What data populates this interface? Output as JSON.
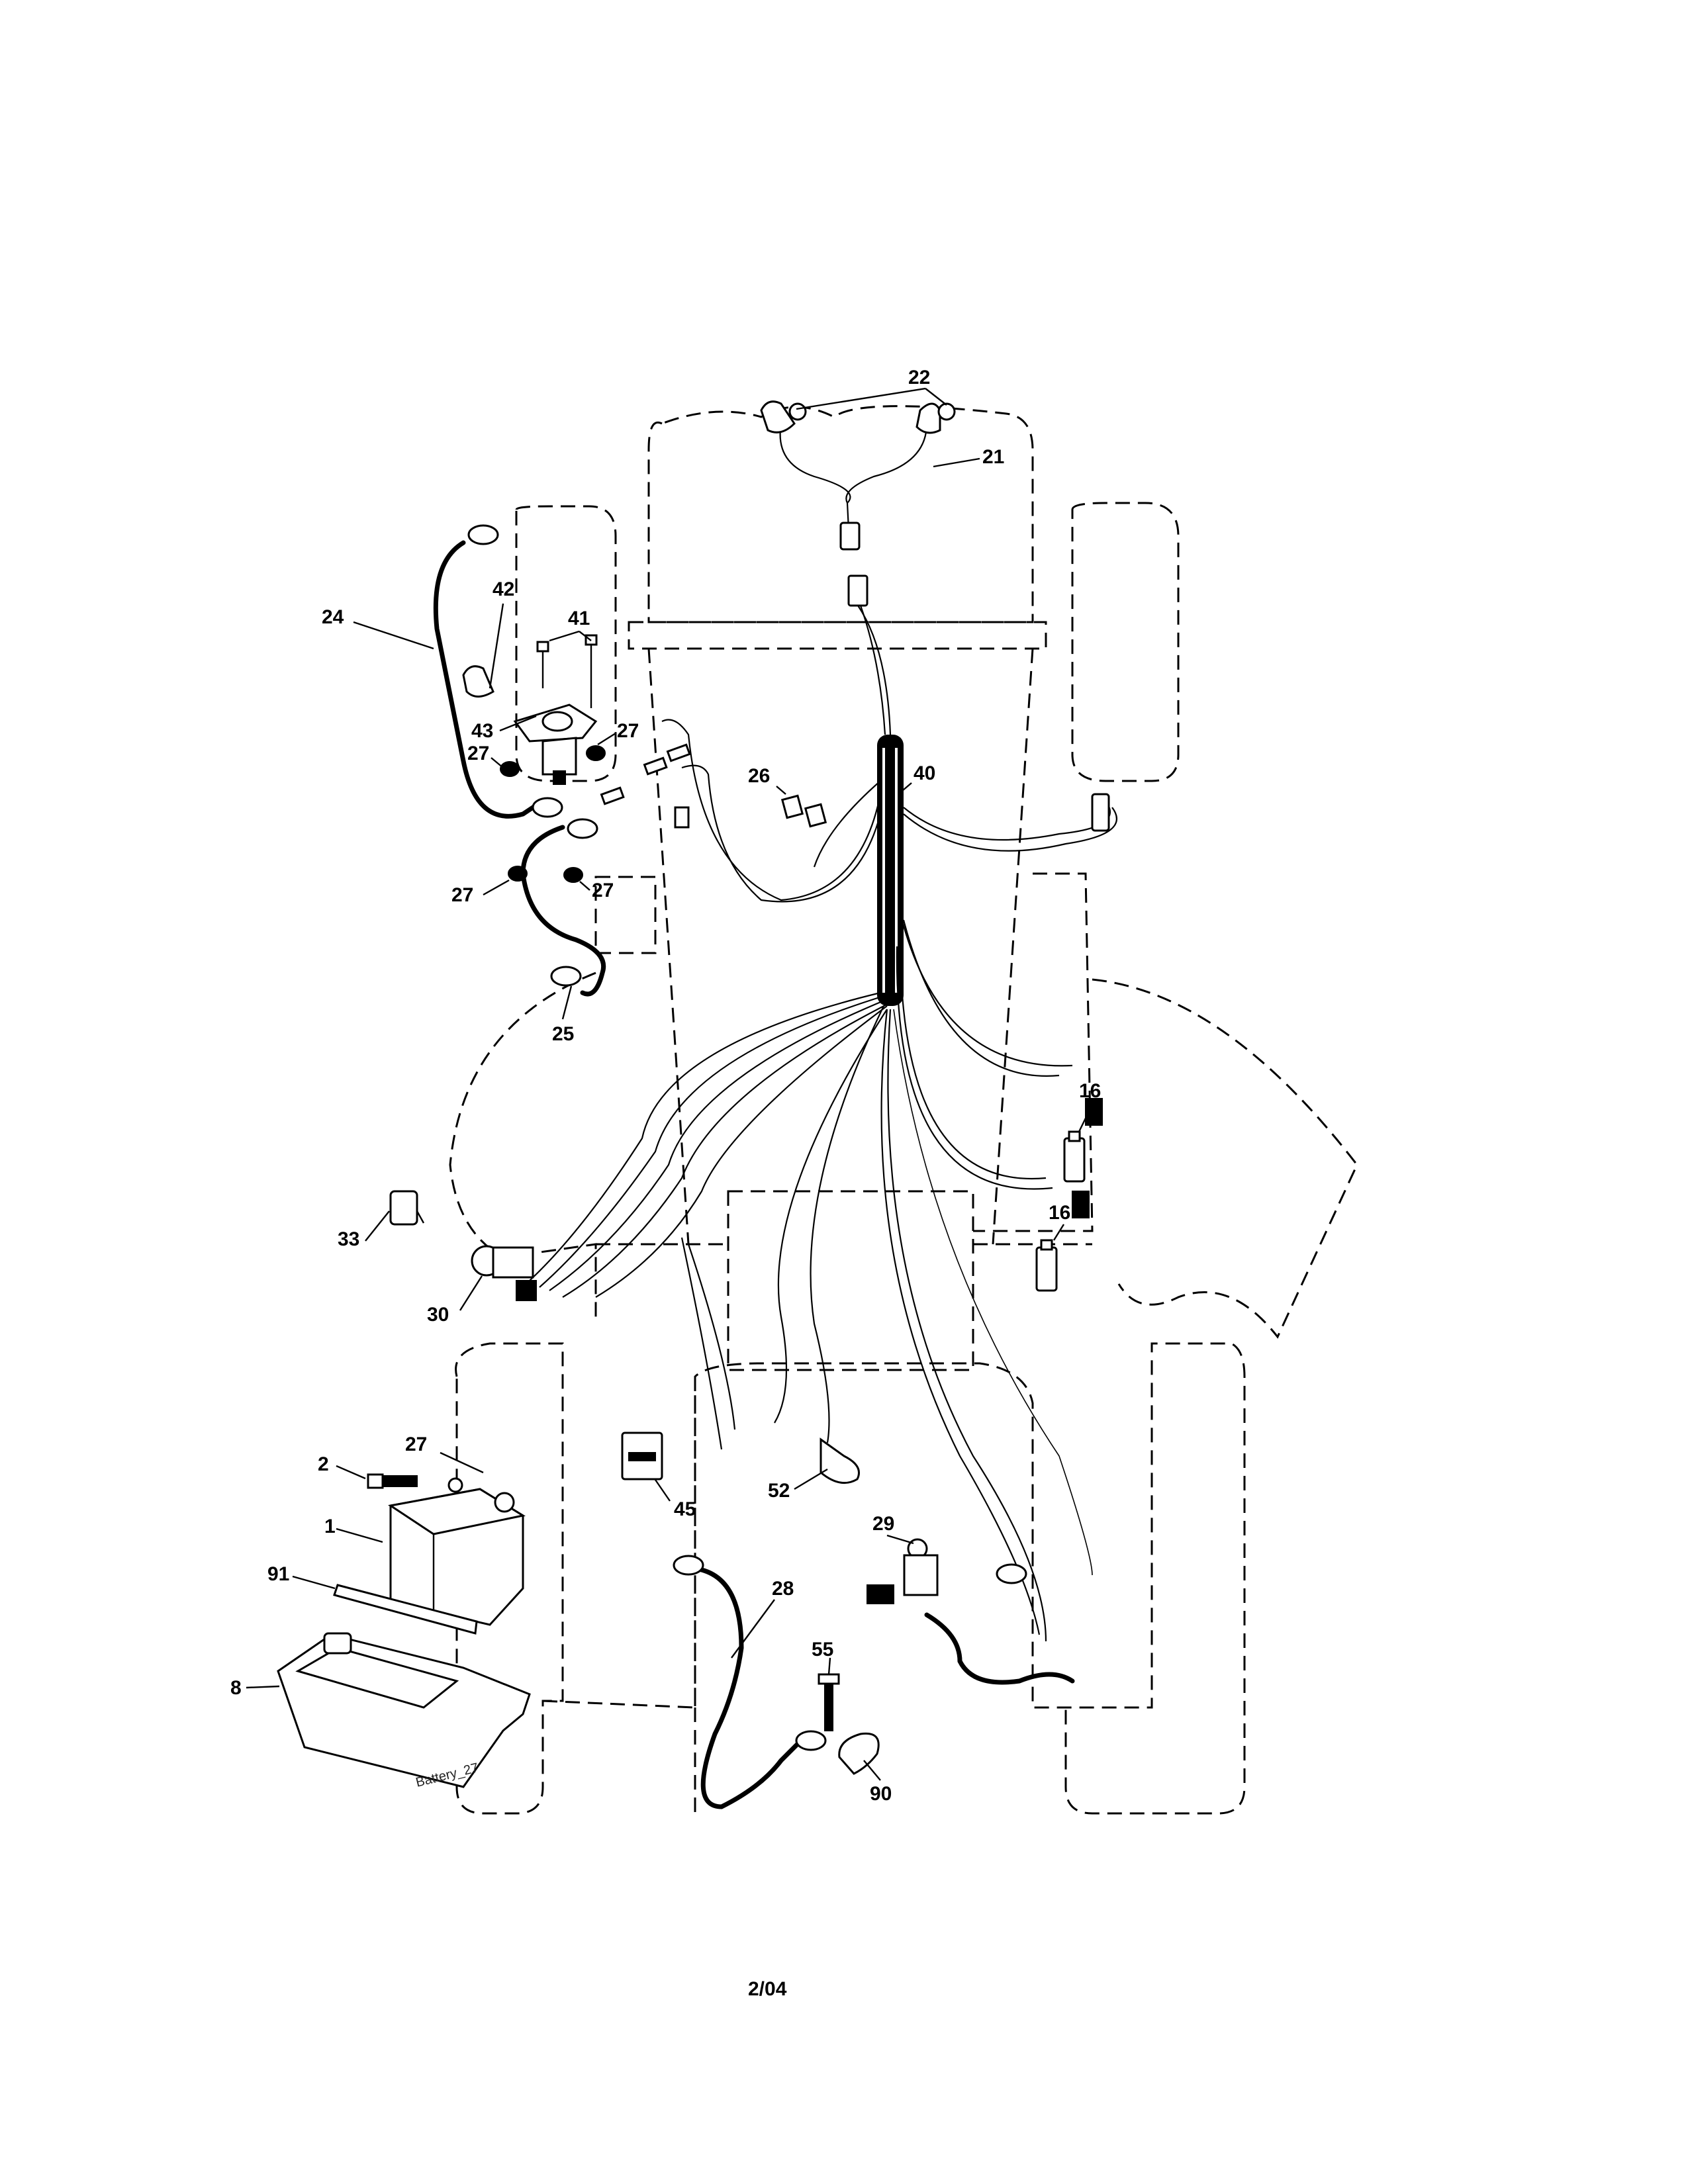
{
  "footer_text": "2/04",
  "figure_stamp": "Battery_27",
  "callouts": [
    {
      "id": "c22",
      "label": "22"
    },
    {
      "id": "c21",
      "label": "21"
    },
    {
      "id": "c42",
      "label": "42"
    },
    {
      "id": "c41",
      "label": "41"
    },
    {
      "id": "c24",
      "label": "24"
    },
    {
      "id": "c43",
      "label": "43"
    },
    {
      "id": "c27a",
      "label": "27"
    },
    {
      "id": "c27b",
      "label": "27"
    },
    {
      "id": "c27c",
      "label": "27"
    },
    {
      "id": "c27d",
      "label": "27"
    },
    {
      "id": "c26",
      "label": "26"
    },
    {
      "id": "c40",
      "label": "40"
    },
    {
      "id": "c25",
      "label": "25"
    },
    {
      "id": "c16a",
      "label": "16"
    },
    {
      "id": "c16b",
      "label": "16"
    },
    {
      "id": "c33",
      "label": "33"
    },
    {
      "id": "c30",
      "label": "30"
    },
    {
      "id": "c27e",
      "label": "27"
    },
    {
      "id": "c2",
      "label": "2"
    },
    {
      "id": "c1",
      "label": "1"
    },
    {
      "id": "c91",
      "label": "91"
    },
    {
      "id": "c8",
      "label": "8"
    },
    {
      "id": "c45",
      "label": "45"
    },
    {
      "id": "c52",
      "label": "52"
    },
    {
      "id": "c29",
      "label": "29"
    },
    {
      "id": "c28",
      "label": "28"
    },
    {
      "id": "c55",
      "label": "55"
    },
    {
      "id": "c90",
      "label": "90"
    }
  ]
}
